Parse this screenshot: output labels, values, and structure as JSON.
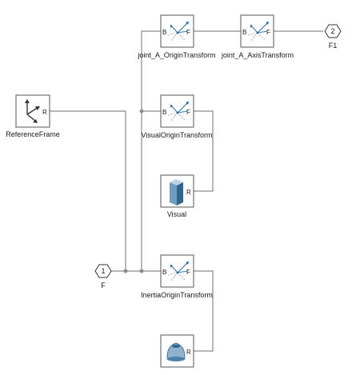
{
  "blocks": {
    "joint_a_origin": {
      "label": "joint_A_OriginTransform",
      "port_b": "B",
      "port_f": "F"
    },
    "joint_a_axis": {
      "label": "joint_A_AxisTransform",
      "port_b": "B",
      "port_f": "F"
    },
    "visual_origin": {
      "label": "VisualOriginTransform",
      "port_b": "B",
      "port_f": "F"
    },
    "inertia_origin": {
      "label": "InertiaOriginTransform",
      "port_b": "B",
      "port_f": "F"
    },
    "reference_frame": {
      "label": "ReferenceFrame",
      "port_r": "R"
    },
    "visual": {
      "label": "Visual",
      "port_r": "R"
    },
    "inertia": {
      "port_r": "R"
    }
  },
  "ports": {
    "in_f": {
      "number": "1",
      "label": "F"
    },
    "out_f1": {
      "number": "2",
      "label": "F1"
    }
  },
  "colors": {
    "line": "#8a8a8a",
    "block_border": "#555555",
    "arrow_blue": "#2a6fb0",
    "arrow_teal": "#2f8f8f",
    "solid_blue": "#4a7fa8"
  }
}
